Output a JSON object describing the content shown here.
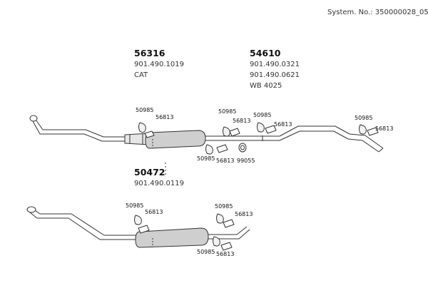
{
  "header": {
    "system_no": "System. No.: 350000028_05"
  },
  "assemblies": {
    "upper": {
      "part_a": {
        "number": "56316",
        "refs": [
          "901.490.1019",
          "CAT"
        ]
      },
      "part_b": {
        "number": "54610",
        "refs": [
          "901.490.0321",
          "901.490.0621",
          "WB 4025"
        ]
      }
    },
    "lower": {
      "part_c": {
        "number": "50472",
        "refs": [
          "901.490.0119"
        ]
      }
    }
  },
  "hardware_labels": {
    "hanger": "50985",
    "bracket": "56813",
    "clamp": "99055"
  },
  "colors": {
    "pipe_fill": "#ffffff",
    "muffler_fill": "#cfcfcf",
    "cat_fill": "#e6e6e6",
    "line": "#333333"
  }
}
